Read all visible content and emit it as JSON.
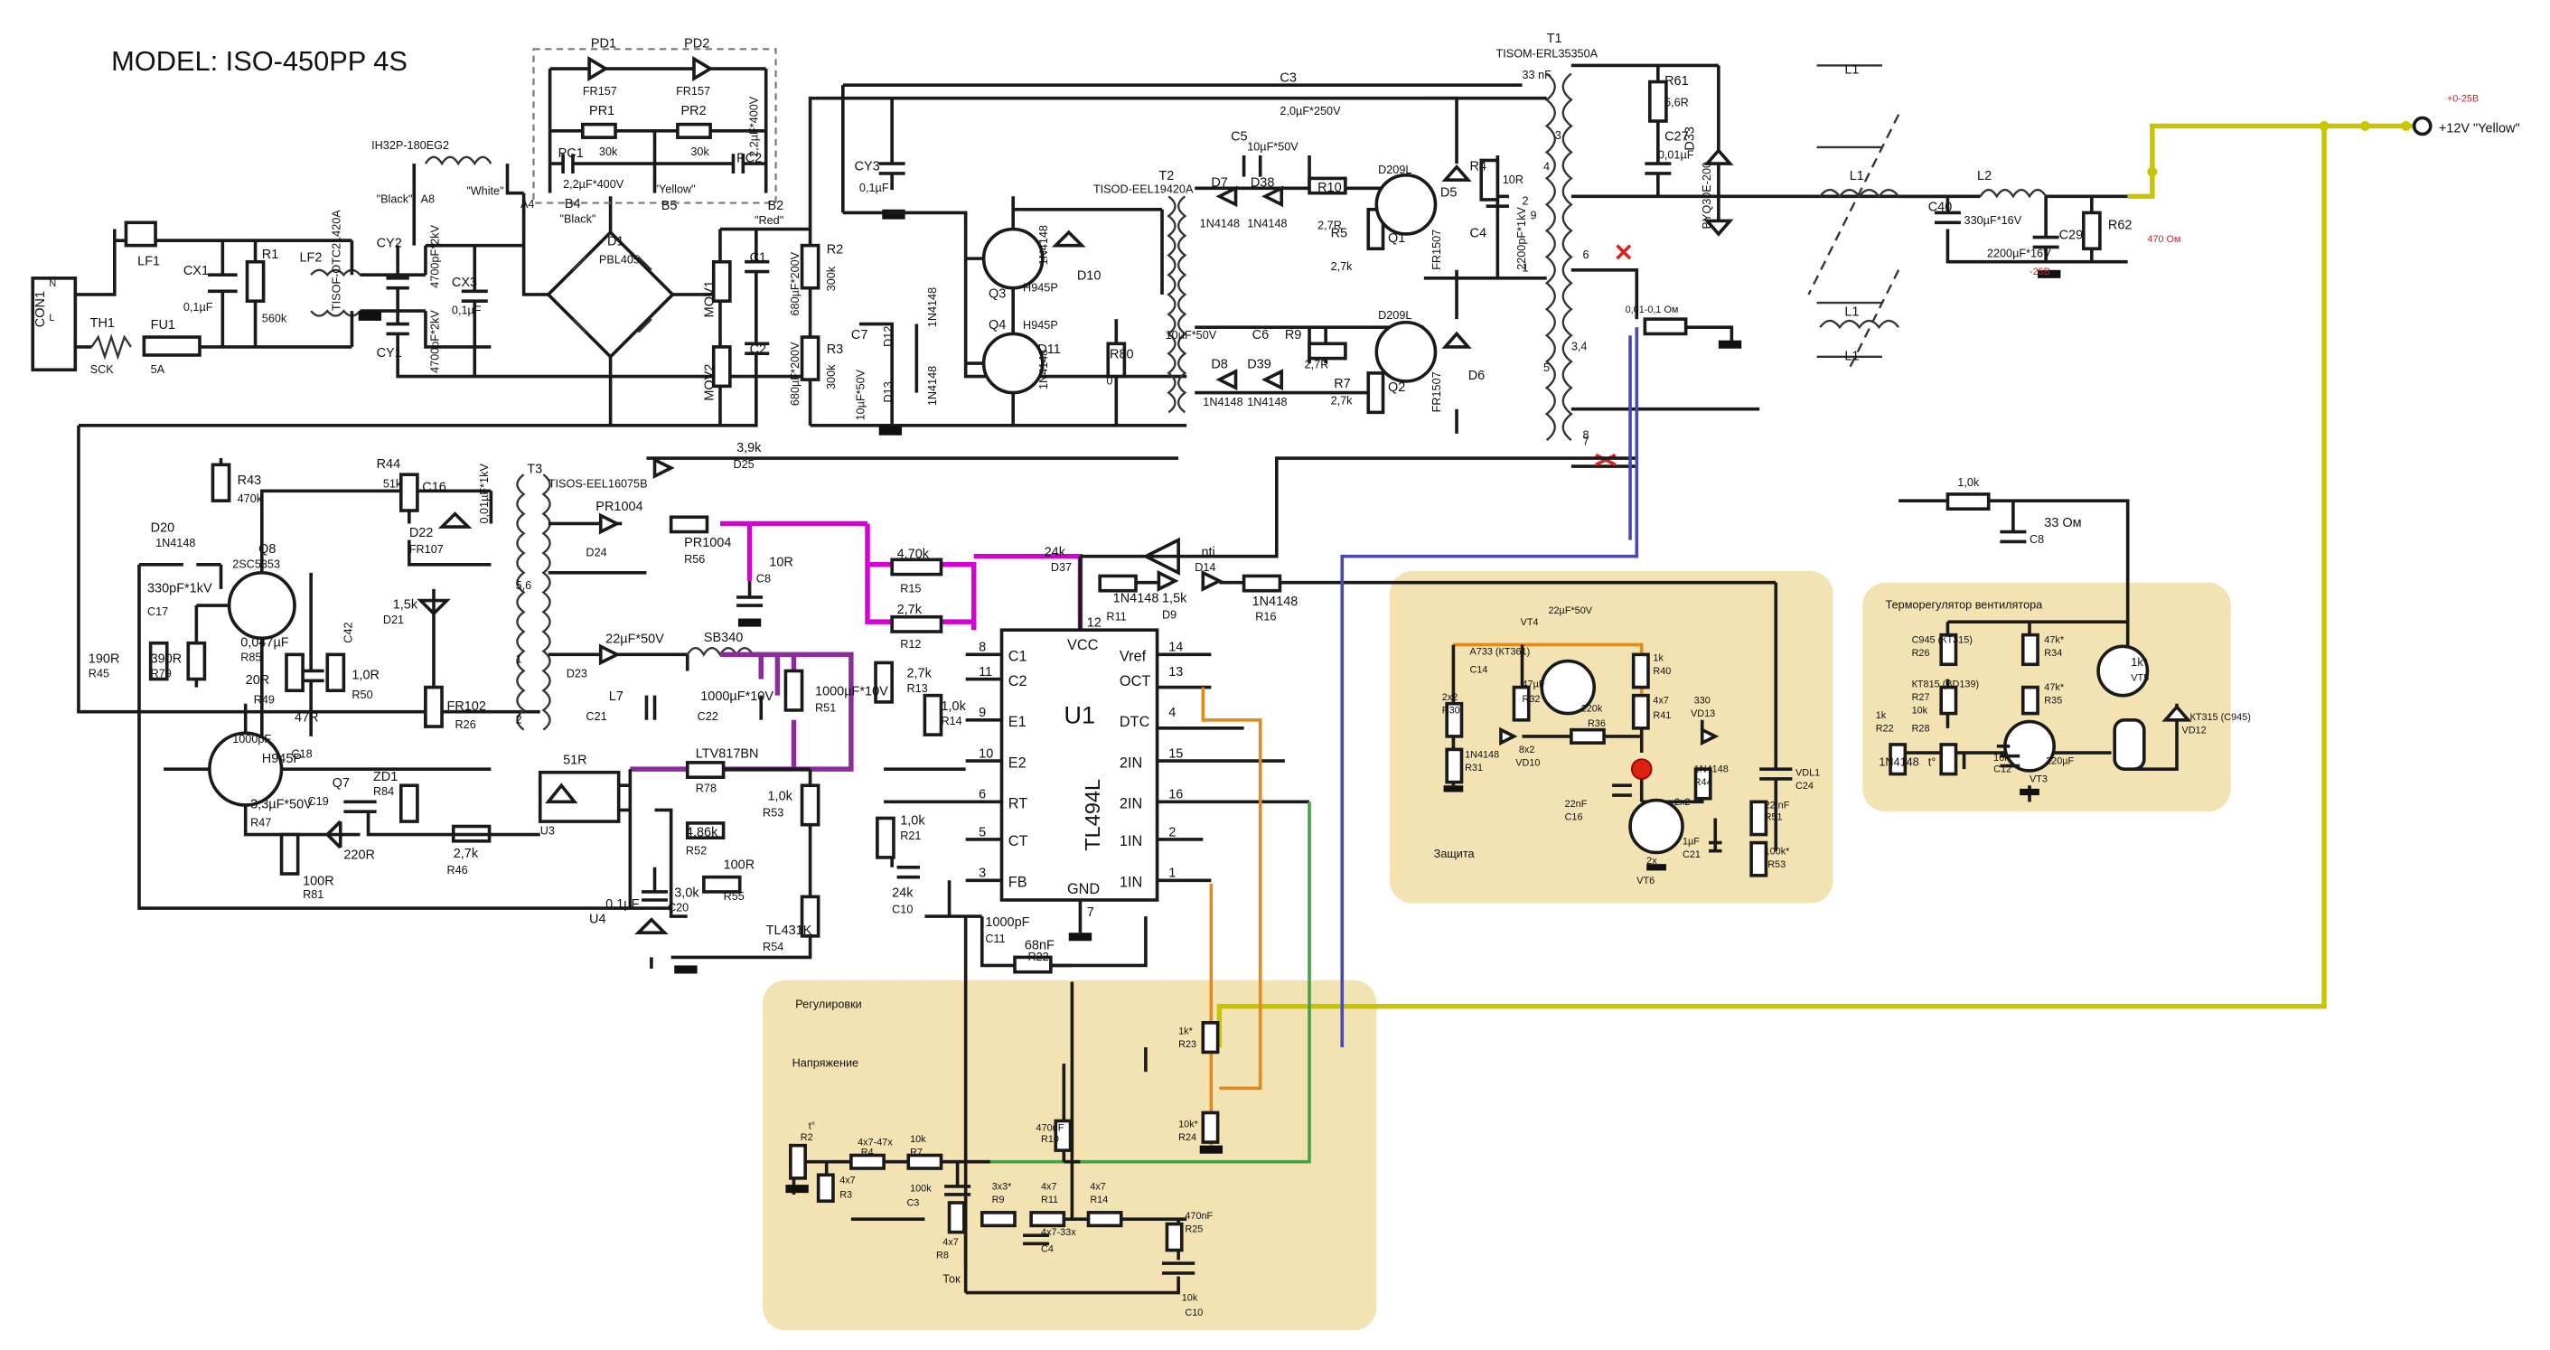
{
  "title": "MODEL: ISO-450PP 4S",
  "top_output": {
    "range_label": "+0-25В",
    "output_label": "+12V \"Yellow\"",
    "c29_note": "-25В",
    "r62_value": "470 Ом"
  },
  "panels": {
    "protection": {
      "title": "Защита"
    },
    "fan": {
      "title": "Терморегулятор вентилятора"
    },
    "controls": {
      "title": "Регулировки",
      "voltage_label": "Напряжение",
      "current_label": "Ток"
    }
  },
  "ic": {
    "name": "U1",
    "part": "TL494L",
    "left_pins": [
      {
        "name": "C1",
        "num": "8"
      },
      {
        "name": "C2",
        "num": "11"
      },
      {
        "name": "E1",
        "num": "9"
      },
      {
        "name": "E2",
        "num": "10"
      },
      {
        "name": "RT",
        "num": "6"
      },
      {
        "name": "CT",
        "num": "5"
      },
      {
        "name": "FB",
        "num": "3"
      }
    ],
    "right_pins": [
      {
        "name": "Vref",
        "num": "14"
      },
      {
        "name": "OCT",
        "num": "13"
      },
      {
        "name": "DTC",
        "num": "4"
      },
      {
        "name": "2IN",
        "num": "15"
      },
      {
        "name": "2IN",
        "num": "16"
      },
      {
        "name": "1IN",
        "num": "2"
      },
      {
        "name": "1IN",
        "num": "1"
      }
    ],
    "top_pins": [
      {
        "name": "VCC",
        "num": "12"
      }
    ],
    "bottom_pins": [
      {
        "name": "GND",
        "num": "7"
      }
    ]
  },
  "labels": [
    {
      "t": "CON1"
    },
    {
      "t": "L"
    },
    {
      "t": "N"
    },
    {
      "t": "LF1"
    },
    {
      "t": "CX1"
    },
    {
      "t": "0,1µF"
    },
    {
      "t": "R1"
    },
    {
      "t": "560k"
    },
    {
      "t": "TH1"
    },
    {
      "t": "SCK"
    },
    {
      "t": "FU1"
    },
    {
      "t": "5A"
    },
    {
      "t": "LF2"
    },
    {
      "t": "TISOF-OTC21420A"
    },
    {
      "t": "IH32P-180EG2"
    },
    {
      "t": "\"Black\""
    },
    {
      "t": "A8"
    },
    {
      "t": "\"White\""
    },
    {
      "t": "A4"
    },
    {
      "t": "CY2"
    },
    {
      "t": "4700pF*2kV"
    },
    {
      "t": "CX3"
    },
    {
      "t": "0,1µF"
    },
    {
      "t": "CY1"
    },
    {
      "t": "4700pF*2kV"
    },
    {
      "t": "PD1"
    },
    {
      "t": "FR157"
    },
    {
      "t": "PD2"
    },
    {
      "t": "FR157"
    },
    {
      "t": "PR1"
    },
    {
      "t": "30k"
    },
    {
      "t": "PR2"
    },
    {
      "t": "30k"
    },
    {
      "t": "PC1"
    },
    {
      "t": "2,2µF*400V"
    },
    {
      "t": "PC2"
    },
    {
      "t": "2,2µF*400V"
    },
    {
      "t": "\"Yellow\""
    },
    {
      "t": "B4"
    },
    {
      "t": "\"Black\""
    },
    {
      "t": "B5"
    },
    {
      "t": "B2"
    },
    {
      "t": "\"Red\""
    },
    {
      "t": "D1"
    },
    {
      "t": "PBL405"
    },
    {
      "t": "MOV1"
    },
    {
      "t": "MOV2"
    },
    {
      "t": "C1"
    },
    {
      "t": "680µF*200V"
    },
    {
      "t": "C2"
    },
    {
      "t": "680µF*200V"
    },
    {
      "t": "R2"
    },
    {
      "t": "300k"
    },
    {
      "t": "R3"
    },
    {
      "t": "300k"
    },
    {
      "t": "CY3"
    },
    {
      "t": "0,1µF"
    },
    {
      "t": "C7"
    },
    {
      "t": "10µF*50V"
    },
    {
      "t": "D12"
    },
    {
      "t": "1N4148"
    },
    {
      "t": "D13"
    },
    {
      "t": "1N4148"
    },
    {
      "t": "C3"
    },
    {
      "t": "2,0µF*250V"
    },
    {
      "t": "Q3"
    },
    {
      "t": "H945P"
    },
    {
      "t": "Q4"
    },
    {
      "t": "H945P"
    },
    {
      "t": "D10"
    },
    {
      "t": "1N4148"
    },
    {
      "t": "D11"
    },
    {
      "t": "1N4148"
    },
    {
      "t": "R80"
    },
    {
      "t": "0"
    },
    {
      "t": "T2"
    },
    {
      "t": "TISOD-EEL19420A"
    },
    {
      "t": "C5"
    },
    {
      "t": "10µF*50V"
    },
    {
      "t": "D7"
    },
    {
      "t": "1N4148"
    },
    {
      "t": "D38"
    },
    {
      "t": "1N4148"
    },
    {
      "t": "R10"
    },
    {
      "t": "2,7R"
    },
    {
      "t": "R5"
    },
    {
      "t": "2,7k"
    },
    {
      "t": "D209L"
    },
    {
      "t": "Q1"
    },
    {
      "t": "D5"
    },
    {
      "t": "FR1507"
    },
    {
      "t": "C6"
    },
    {
      "t": "10µF*50V"
    },
    {
      "t": "D8"
    },
    {
      "t": "1N4148"
    },
    {
      "t": "D39"
    },
    {
      "t": "1N4148"
    },
    {
      "t": "R9"
    },
    {
      "t": "2,7R"
    },
    {
      "t": "R7"
    },
    {
      "t": "2,7k"
    },
    {
      "t": "D209L"
    },
    {
      "t": "Q2"
    },
    {
      "t": "D6"
    },
    {
      "t": "FR1507"
    },
    {
      "t": "R4"
    },
    {
      "t": "10R"
    },
    {
      "t": "C4"
    },
    {
      "t": "2200pF*1kV"
    },
    {
      "t": "T1"
    },
    {
      "t": "TISOM-ERL35350A"
    },
    {
      "t": "R61"
    },
    {
      "t": "5,6R"
    },
    {
      "t": "C27"
    },
    {
      "t": "0,01µF"
    },
    {
      "t": "D33"
    },
    {
      "t": "BYQ30E-200"
    },
    {
      "t": "0,01-0,1 Ом"
    },
    {
      "t": "L1"
    },
    {
      "t": "L1"
    },
    {
      "t": "L1"
    },
    {
      "t": "L1"
    },
    {
      "t": "L2"
    },
    {
      "t": "C40"
    },
    {
      "t": "330µF*16V"
    },
    {
      "t": "C29"
    },
    {
      "t": "2200µF*16V"
    },
    {
      "t": "R62"
    },
    {
      "t": "T3"
    },
    {
      "t": "TISOS-EEL16075B"
    },
    {
      "t": "R44"
    },
    {
      "t": "51k"
    },
    {
      "t": "C16"
    },
    {
      "t": "0,01µF*1kV"
    },
    {
      "t": "D22"
    },
    {
      "t": "FR107"
    },
    {
      "t": "R43"
    },
    {
      "t": "470k"
    },
    {
      "t": "D20"
    },
    {
      "t": "1N4148"
    },
    {
      "t": "Q8"
    },
    {
      "t": "2SC5353"
    },
    {
      "t": "C42"
    },
    {
      "t": "330pF*1kV"
    },
    {
      "t": "C17"
    },
    {
      "t": "0,047µF"
    },
    {
      "t": "R85"
    },
    {
      "t": "20R"
    },
    {
      "t": "R49"
    },
    {
      "t": "1,0R"
    },
    {
      "t": "R50"
    },
    {
      "t": "190R"
    },
    {
      "t": "R45"
    },
    {
      "t": "390R"
    },
    {
      "t": "R79"
    },
    {
      "t": "1,5k"
    },
    {
      "t": "D21"
    },
    {
      "t": "FR102"
    },
    {
      "t": "R26"
    },
    {
      "t": "47R"
    },
    {
      "t": "C18"
    },
    {
      "t": "1000pF"
    },
    {
      "t": "H945P"
    },
    {
      "t": "Q7"
    },
    {
      "t": "C19"
    },
    {
      "t": "3,3µF*50V"
    },
    {
      "t": "R47"
    },
    {
      "t": "220R"
    },
    {
      "t": "ZD1"
    },
    {
      "t": "R84"
    },
    {
      "t": "2,7k"
    },
    {
      "t": "R46"
    },
    {
      "t": "100R"
    },
    {
      "t": "R81"
    },
    {
      "t": "3,9k"
    },
    {
      "t": "D25"
    },
    {
      "t": "PR1004"
    },
    {
      "t": "D24"
    },
    {
      "t": "PR1004"
    },
    {
      "t": "R56"
    },
    {
      "t": "10R"
    },
    {
      "t": "C8"
    },
    {
      "t": "22µF*50V"
    },
    {
      "t": "D23"
    },
    {
      "t": "SB340"
    },
    {
      "t": "L7"
    },
    {
      "t": "C21"
    },
    {
      "t": "1000µF*10V"
    },
    {
      "t": "C22"
    },
    {
      "t": "1000µF*10V"
    },
    {
      "t": "R51"
    },
    {
      "t": "51R"
    },
    {
      "t": "U3"
    },
    {
      "t": "LTV817BN"
    },
    {
      "t": "R78"
    },
    {
      "t": "1,0k"
    },
    {
      "t": "R53"
    },
    {
      "t": "4,86k"
    },
    {
      "t": "R52"
    },
    {
      "t": "100R"
    },
    {
      "t": "R55"
    },
    {
      "t": "3,0k"
    },
    {
      "t": "C20"
    },
    {
      "t": "0,1µF"
    },
    {
      "t": "U4"
    },
    {
      "t": "TL431K"
    },
    {
      "t": "R54"
    },
    {
      "t": "4,70k"
    },
    {
      "t": "R15"
    },
    {
      "t": "2,7k"
    },
    {
      "t": "R12"
    },
    {
      "t": "2,7k"
    },
    {
      "t": "R13"
    },
    {
      "t": "1,0k"
    },
    {
      "t": "R14"
    },
    {
      "t": "1,0k"
    },
    {
      "t": "R21"
    },
    {
      "t": "24k"
    },
    {
      "t": "C10"
    },
    {
      "t": "1000pF"
    },
    {
      "t": "C11"
    },
    {
      "t": "68nF"
    },
    {
      "t": "R22"
    },
    {
      "t": "24k"
    },
    {
      "t": "D37"
    },
    {
      "t": "nti"
    },
    {
      "t": "D14"
    },
    {
      "t": "1N4148"
    },
    {
      "t": "R11"
    },
    {
      "t": "1,5k"
    },
    {
      "t": "D9"
    },
    {
      "t": "1N4148"
    },
    {
      "t": "R16"
    },
    {
      "t": "1,0k"
    },
    {
      "t": "33 Ом"
    },
    {
      "t": "C8"
    },
    {
      "t": "22µF*50V"
    },
    {
      "t": "VT4"
    },
    {
      "t": "A733 (КТ361)"
    },
    {
      "t": "C14"
    },
    {
      "t": "47µF"
    },
    {
      "t": "R32"
    },
    {
      "t": "1k"
    },
    {
      "t": "R40"
    },
    {
      "t": "2x2"
    },
    {
      "t": "R30"
    },
    {
      "t": "220k"
    },
    {
      "t": "R36"
    },
    {
      "t": "4x7"
    },
    {
      "t": "R41"
    },
    {
      "t": "330"
    },
    {
      "t": "VD13"
    },
    {
      "t": "1N4148"
    },
    {
      "t": "R31"
    },
    {
      "t": "8x2"
    },
    {
      "t": "VD10"
    },
    {
      "t": "1N4148"
    },
    {
      "t": "R44"
    },
    {
      "t": "2x2"
    },
    {
      "t": "VDL1"
    },
    {
      "t": "C24"
    },
    {
      "t": "22nF"
    },
    {
      "t": "C16"
    },
    {
      "t": "1µF"
    },
    {
      "t": "C21"
    },
    {
      "t": "22 nF"
    },
    {
      "t": "R51"
    },
    {
      "t": "100k*"
    },
    {
      "t": "R53"
    },
    {
      "t": "2x"
    },
    {
      "t": "VT6"
    },
    {
      "t": "C945 (КТ315)"
    },
    {
      "t": "R26"
    },
    {
      "t": "47k*"
    },
    {
      "t": "R34"
    },
    {
      "t": "1k*"
    },
    {
      "t": "VT5"
    },
    {
      "t": "КТ815 (BD139)"
    },
    {
      "t": "R27"
    },
    {
      "t": "47k*"
    },
    {
      "t": "R35"
    },
    {
      "t": "1k"
    },
    {
      "t": "R22"
    },
    {
      "t": "10k"
    },
    {
      "t": "R28"
    },
    {
      "t": "10k"
    },
    {
      "t": "C12"
    },
    {
      "t": "220µF"
    },
    {
      "t": "VT3"
    },
    {
      "t": "КТ315 (C945)"
    },
    {
      "t": "VD12"
    },
    {
      "t": "1N4148"
    },
    {
      "t": "t°"
    },
    {
      "t": "t°"
    },
    {
      "t": "R2"
    },
    {
      "t": "4x7-47x"
    },
    {
      "t": "R4"
    },
    {
      "t": "10k"
    },
    {
      "t": "R7"
    },
    {
      "t": "4x7"
    },
    {
      "t": "R3"
    },
    {
      "t": "100k"
    },
    {
      "t": "C3"
    },
    {
      "t": "470nF"
    },
    {
      "t": "R10"
    },
    {
      "t": "1k*"
    },
    {
      "t": "R23"
    },
    {
      "t": "10k*"
    },
    {
      "t": "R24"
    },
    {
      "t": "3x3*"
    },
    {
      "t": "R9"
    },
    {
      "t": "4x7"
    },
    {
      "t": "R11"
    },
    {
      "t": "4x7"
    },
    {
      "t": "R14"
    },
    {
      "t": "4x7"
    },
    {
      "t": "R8"
    },
    {
      "t": "4x7-33x"
    },
    {
      "t": "C4"
    },
    {
      "t": "470nF"
    },
    {
      "t": "R25"
    },
    {
      "t": "10k"
    },
    {
      "t": "C10"
    },
    {
      "t": "33 nF"
    },
    {
      "t": "1"
    },
    {
      "t": "2"
    },
    {
      "t": "3"
    },
    {
      "t": "4"
    },
    {
      "t": "5"
    },
    {
      "t": "6"
    },
    {
      "t": "7"
    },
    {
      "t": "8"
    },
    {
      "t": "9"
    },
    {
      "t": "3,4"
    },
    {
      "t": "5,6"
    },
    {
      "t": "1"
    },
    {
      "t": "2"
    },
    {
      "t": "3"
    },
    {
      "t": "4"
    }
  ]
}
